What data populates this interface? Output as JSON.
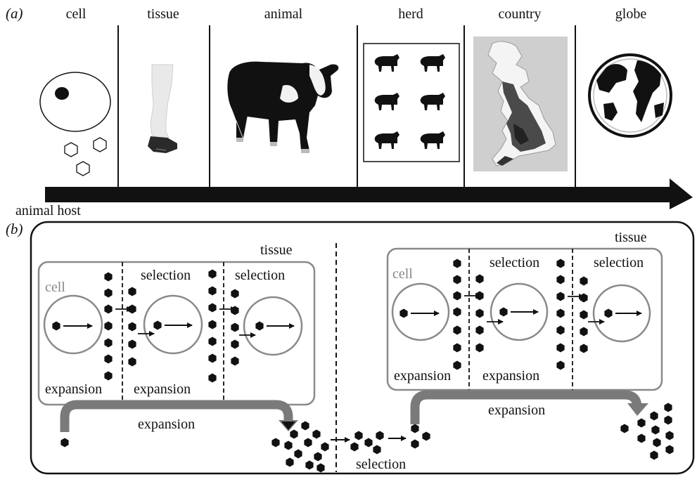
{
  "panel_a": {
    "label": "(a)",
    "scales": [
      "cell",
      "tissue",
      "animal",
      "herd",
      "country",
      "globe"
    ]
  },
  "panel_b": {
    "label": "(b)",
    "host_label": "animal host",
    "left_tissue": {
      "tissue_label": "tissue",
      "cell_label": "cell",
      "selection_labels": [
        "selection",
        "selection"
      ],
      "expansion_labels": [
        "expansion",
        "expansion"
      ]
    },
    "right_tissue": {
      "tissue_label": "tissue",
      "cell_label": "cell",
      "selection_labels": [
        "selection",
        "selection"
      ],
      "expansion_labels": [
        "expansion",
        "expansion"
      ]
    },
    "left_expansion_label": "expansion",
    "right_expansion_label": "expansion",
    "transmission_selection_label": "selection"
  },
  "colors": {
    "ink": "#111111",
    "gray_stroke": "#8a8a8a",
    "arrow_gray": "#7a7a7a"
  },
  "icons": {
    "particle": "hexagon-icon",
    "animal": "cow-icon",
    "map": "britain-map-icon",
    "globe": "globe-icon",
    "tissue": "cow-leg-icon"
  }
}
